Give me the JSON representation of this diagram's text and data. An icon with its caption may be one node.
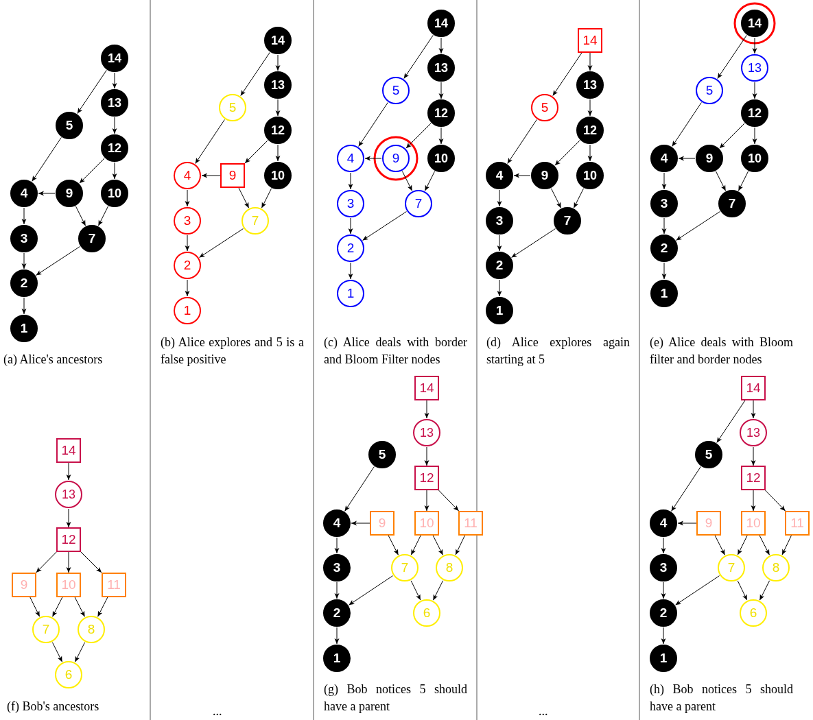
{
  "diagram": {
    "nodes": [
      {
        "text": [
          "14"
        ]
      },
      {
        "text": [
          "13"
        ]
      },
      {
        "text": [
          "5"
        ]
      },
      {
        "text": [
          "12"
        ]
      },
      {
        "text": [
          "4"
        ]
      },
      {
        "text": [
          "9"
        ]
      },
      {
        "text": [
          "10"
        ]
      },
      {
        "text": [
          "3"
        ]
      },
      {
        "text": [
          "7"
        ]
      },
      {
        "text": [
          "2"
        ]
      },
      {
        "text": [
          "1"
        ]
      },
      {
        "text": [
          "14"
        ]
      },
      {
        "text": [
          "13"
        ]
      },
      {
        "text": [
          "5"
        ]
      },
      {
        "text": [
          "12"
        ]
      },
      {
        "text": [
          "4"
        ]
      },
      {
        "text": [
          "9"
        ]
      },
      {
        "text": [
          "10"
        ]
      },
      {
        "text": [
          "3"
        ]
      },
      {
        "text": [
          "7"
        ]
      },
      {
        "text": [
          "2"
        ]
      },
      {
        "text": [
          "1"
        ]
      },
      {
        "text": [
          "14"
        ]
      },
      {
        "text": [
          "13"
        ]
      },
      {
        "text": [
          "5"
        ]
      },
      {
        "text": [
          "12"
        ]
      },
      {
        "text": [
          "4"
        ]
      },
      {
        "text": [
          "9"
        ]
      },
      {
        "text": [
          "10"
        ]
      },
      {
        "text": [
          "3"
        ]
      },
      {
        "text": [
          "7"
        ]
      },
      {
        "text": [
          "2"
        ]
      },
      {
        "text": [
          "1"
        ]
      },
      {
        "text": [
          "14"
        ]
      },
      {
        "text": [
          "13"
        ]
      },
      {
        "text": [
          "5"
        ]
      },
      {
        "text": [
          "12"
        ]
      },
      {
        "text": [
          "4"
        ]
      },
      {
        "text": [
          "9"
        ]
      },
      {
        "text": [
          "10"
        ]
      },
      {
        "text": [
          "3"
        ]
      },
      {
        "text": [
          "7"
        ]
      },
      {
        "text": [
          "2"
        ]
      },
      {
        "text": [
          "1"
        ]
      },
      {
        "text": [
          "14"
        ]
      },
      {
        "text": [
          "13"
        ]
      },
      {
        "text": [
          "5"
        ]
      },
      {
        "text": [
          "12"
        ]
      },
      {
        "text": [
          "4"
        ]
      },
      {
        "text": [
          "9"
        ]
      },
      {
        "text": [
          "10"
        ]
      },
      {
        "text": [
          "3"
        ]
      },
      {
        "text": [
          "7"
        ]
      },
      {
        "text": [
          "2"
        ]
      },
      {
        "text": [
          "1"
        ]
      },
      {
        "text": [
          "14"
        ]
      },
      {
        "text": [
          "13"
        ]
      },
      {
        "text": [
          "12"
        ]
      },
      {
        "text": [
          "9"
        ]
      },
      {
        "text": [
          "10"
        ]
      },
      {
        "text": [
          "11"
        ]
      },
      {
        "text": [
          "7"
        ]
      },
      {
        "text": [
          "8"
        ]
      },
      {
        "text": [
          "6"
        ]
      },
      {
        "text": [
          "14"
        ]
      },
      {
        "text": [
          "13"
        ]
      },
      {
        "text": [
          "5"
        ]
      },
      {
        "text": [
          "12"
        ]
      },
      {
        "text": [
          "4"
        ]
      },
      {
        "text": [
          "9"
        ]
      },
      {
        "text": [
          "10"
        ]
      },
      {
        "text": [
          "11"
        ]
      },
      {
        "text": [
          "3"
        ]
      },
      {
        "text": [
          "7"
        ]
      },
      {
        "text": [
          "8"
        ]
      },
      {
        "text": [
          "2"
        ]
      },
      {
        "text": [
          "6"
        ]
      },
      {
        "text": [
          "1"
        ]
      },
      {
        "text": [
          "14"
        ]
      },
      {
        "text": [
          "13"
        ]
      },
      {
        "text": [
          "5"
        ]
      },
      {
        "text": [
          "12"
        ]
      },
      {
        "text": [
          "4"
        ]
      },
      {
        "text": [
          "9"
        ]
      },
      {
        "text": [
          "10"
        ]
      },
      {
        "text": [
          "11"
        ]
      },
      {
        "text": [
          "3"
        ]
      },
      {
        "text": [
          "7"
        ]
      },
      {
        "text": [
          "8"
        ]
      },
      {
        "text": [
          "2"
        ]
      },
      {
        "text": [
          "6"
        ]
      },
      {
        "text": [
          "1"
        ]
      }
    ],
    "edges": [
      {
        "from": 0,
        "to": 2,
        "arrow": "to"
      },
      {
        "from": 0,
        "to": 1,
        "arrow": "to"
      },
      {
        "from": 1,
        "to": 3,
        "arrow": "to"
      },
      {
        "from": 3,
        "to": 5,
        "arrow": "to"
      },
      {
        "from": 3,
        "to": 6,
        "arrow": "to"
      },
      {
        "from": 2,
        "to": 4,
        "arrow": "to"
      },
      {
        "from": 5,
        "to": 4,
        "arrow": "to"
      },
      {
        "from": 5,
        "to": 8,
        "arrow": "to"
      },
      {
        "from": 6,
        "to": 8,
        "arrow": "to"
      },
      {
        "from": 4,
        "to": 7,
        "arrow": "to"
      },
      {
        "from": 7,
        "to": 9,
        "arrow": "to"
      },
      {
        "from": 8,
        "to": 9,
        "arrow": "to"
      },
      {
        "from": 9,
        "to": 10,
        "arrow": "to"
      },
      {
        "from": 11,
        "to": 13,
        "arrow": "to"
      },
      {
        "from": 11,
        "to": 12,
        "arrow": "to"
      },
      {
        "from": 12,
        "to": 14,
        "arrow": "to"
      },
      {
        "from": 14,
        "to": 16,
        "arrow": "to"
      },
      {
        "from": 14,
        "to": 17,
        "arrow": "to"
      },
      {
        "from": 13,
        "to": 15,
        "arrow": "to"
      },
      {
        "from": 16,
        "to": 15,
        "arrow": "to"
      },
      {
        "from": 16,
        "to": 19,
        "arrow": "to"
      },
      {
        "from": 17,
        "to": 19,
        "arrow": "to"
      },
      {
        "from": 15,
        "to": 18,
        "arrow": "to"
      },
      {
        "from": 18,
        "to": 20,
        "arrow": "to"
      },
      {
        "from": 19,
        "to": 20,
        "arrow": "to"
      },
      {
        "from": 20,
        "to": 21,
        "arrow": "to"
      },
      {
        "from": 22,
        "to": 24,
        "arrow": "to"
      },
      {
        "from": 22,
        "to": 23,
        "arrow": "to"
      },
      {
        "from": 23,
        "to": 25,
        "arrow": "to"
      },
      {
        "from": 25,
        "to": 27,
        "arrow": "to"
      },
      {
        "from": 25,
        "to": 28,
        "arrow": "to"
      },
      {
        "from": 24,
        "to": 26,
        "arrow": "to"
      },
      {
        "from": 27,
        "to": 26,
        "arrow": "to"
      },
      {
        "from": 27,
        "to": 30,
        "arrow": "to"
      },
      {
        "from": 28,
        "to": 30,
        "arrow": "to"
      },
      {
        "from": 26,
        "to": 29,
        "arrow": "to"
      },
      {
        "from": 29,
        "to": 31,
        "arrow": "to"
      },
      {
        "from": 30,
        "to": 31,
        "arrow": "to"
      },
      {
        "from": 31,
        "to": 32,
        "arrow": "to"
      },
      {
        "from": 33,
        "to": 35,
        "arrow": "to"
      },
      {
        "from": 33,
        "to": 34,
        "arrow": "to"
      },
      {
        "from": 34,
        "to": 36,
        "arrow": "to"
      },
      {
        "from": 36,
        "to": 38,
        "arrow": "to"
      },
      {
        "from": 36,
        "to": 39,
        "arrow": "to"
      },
      {
        "from": 35,
        "to": 37,
        "arrow": "to"
      },
      {
        "from": 38,
        "to": 37,
        "arrow": "to"
      },
      {
        "from": 38,
        "to": 41,
        "arrow": "to"
      },
      {
        "from": 39,
        "to": 41,
        "arrow": "to"
      },
      {
        "from": 37,
        "to": 40,
        "arrow": "to"
      },
      {
        "from": 40,
        "to": 42,
        "arrow": "to"
      },
      {
        "from": 41,
        "to": 42,
        "arrow": "to"
      },
      {
        "from": 42,
        "to": 43,
        "arrow": "to"
      },
      {
        "from": 44,
        "to": 46,
        "arrow": "to"
      },
      {
        "from": 44,
        "to": 45,
        "arrow": "to"
      },
      {
        "from": 45,
        "to": 47,
        "arrow": "to"
      },
      {
        "from": 47,
        "to": 49,
        "arrow": "to"
      },
      {
        "from": 47,
        "to": 50,
        "arrow": "to"
      },
      {
        "from": 46,
        "to": 48,
        "arrow": "to"
      },
      {
        "from": 49,
        "to": 48,
        "arrow": "to"
      },
      {
        "from": 49,
        "to": 52,
        "arrow": "to"
      },
      {
        "from": 50,
        "to": 52,
        "arrow": "to"
      },
      {
        "from": 48,
        "to": 51,
        "arrow": "to"
      },
      {
        "from": 51,
        "to": 53,
        "arrow": "to"
      },
      {
        "from": 52,
        "to": 53,
        "arrow": "to"
      },
      {
        "from": 53,
        "to": 54,
        "arrow": "to"
      },
      {
        "from": 55,
        "to": 56,
        "arrow": "to"
      },
      {
        "from": 56,
        "to": 57,
        "arrow": "to"
      },
      {
        "from": 57,
        "to": 58,
        "arrow": "to"
      },
      {
        "from": 57,
        "to": 59,
        "arrow": "to"
      },
      {
        "from": 57,
        "to": 60,
        "arrow": "to"
      },
      {
        "from": 58,
        "to": 61,
        "arrow": "to"
      },
      {
        "from": 59,
        "to": 61,
        "arrow": "to"
      },
      {
        "from": 59,
        "to": 62,
        "arrow": "to"
      },
      {
        "from": 60,
        "to": 62,
        "arrow": "to"
      },
      {
        "from": 61,
        "to": 63,
        "arrow": "to"
      },
      {
        "from": 62,
        "to": 63,
        "arrow": "to"
      },
      {
        "from": 64,
        "to": 65,
        "arrow": "to"
      },
      {
        "from": 65,
        "to": 67,
        "arrow": "to"
      },
      {
        "from": 67,
        "to": 70,
        "arrow": "to"
      },
      {
        "from": 67,
        "to": 71,
        "arrow": "to"
      },
      {
        "from": 66,
        "to": 68,
        "arrow": "to"
      },
      {
        "from": 69,
        "to": 68,
        "arrow": "to"
      },
      {
        "from": 69,
        "to": 73,
        "arrow": "to"
      },
      {
        "from": 70,
        "to": 73,
        "arrow": "to"
      },
      {
        "from": 70,
        "to": 74,
        "arrow": "to"
      },
      {
        "from": 71,
        "to": 74,
        "arrow": "to"
      },
      {
        "from": 68,
        "to": 72,
        "arrow": "to"
      },
      {
        "from": 72,
        "to": 75,
        "arrow": "to"
      },
      {
        "from": 73,
        "to": 75,
        "arrow": "to"
      },
      {
        "from": 73,
        "to": 76,
        "arrow": "to"
      },
      {
        "from": 74,
        "to": 76,
        "arrow": "to"
      },
      {
        "from": 75,
        "to": 77,
        "arrow": "to"
      },
      {
        "from": 78,
        "to": 80,
        "arrow": "to"
      },
      {
        "from": 78,
        "to": 79,
        "arrow": "to"
      },
      {
        "from": 79,
        "to": 81,
        "arrow": "to"
      },
      {
        "from": 81,
        "to": 84,
        "arrow": "to"
      },
      {
        "from": 81,
        "to": 85,
        "arrow": "to"
      },
      {
        "from": 80,
        "to": 82,
        "arrow": "to"
      },
      {
        "from": 83,
        "to": 82,
        "arrow": "to"
      },
      {
        "from": 83,
        "to": 87,
        "arrow": "to"
      },
      {
        "from": 84,
        "to": 87,
        "arrow": "to"
      },
      {
        "from": 84,
        "to": 88,
        "arrow": "to"
      },
      {
        "from": 85,
        "to": 88,
        "arrow": "to"
      },
      {
        "from": 82,
        "to": 86,
        "arrow": "to"
      },
      {
        "from": 86,
        "to": 89,
        "arrow": "to"
      },
      {
        "from": 87,
        "to": 89,
        "arrow": "to"
      },
      {
        "from": 87,
        "to": 90,
        "arrow": "to"
      },
      {
        "from": 88,
        "to": 90,
        "arrow": "to"
      },
      {
        "from": 89,
        "to": 91,
        "arrow": "to"
      }
    ],
    "labels": [
      "(a) Alice's ancestors",
      "(b) Alice explores and 5 is a false positive",
      "(c) Alice deals with border and Bloom Filter nodes",
      "(d) Alice explores again starting at 5",
      "(e) Alice deals with Bloom filter and border nodes",
      "(f) Bob's ancestors",
      "...",
      "(g) Bob notices 5 should have a parent",
      "...",
      "(h) Bob notices 5 should have a parent"
    ]
  }
}
